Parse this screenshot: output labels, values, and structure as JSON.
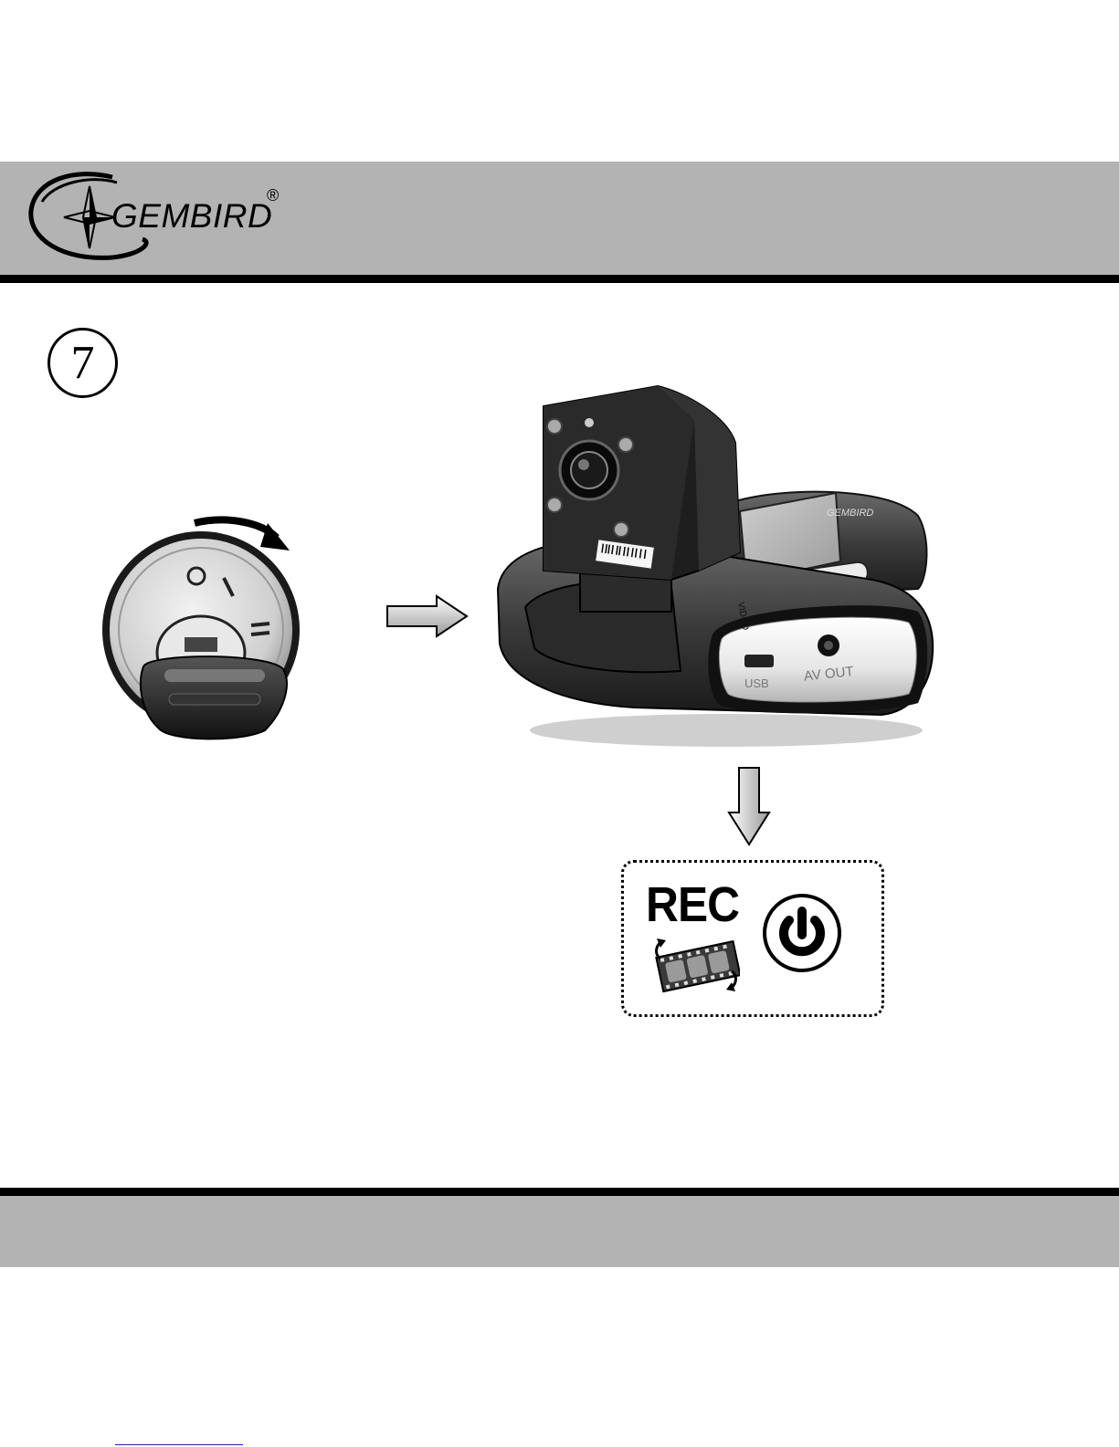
{
  "header": {
    "brand_name": "GEMBIRD",
    "registered_mark": "®",
    "logo_icon": "gembird-logo-icon"
  },
  "step": {
    "number": "7"
  },
  "illustrations": {
    "key_switch": "ignition-key-switch-illustration",
    "camera": "car-camera-photo",
    "camera_port_usb": "USB",
    "camera_port_av": "AV OUT",
    "camera_brand": "GEMBIRD",
    "camera_button_label": "VIDEO"
  },
  "status_panel": {
    "rec_label": "REC",
    "film_icon": "film-strip-icon",
    "power_icon": "power-icon"
  },
  "colors": {
    "band_gray": "#b3b3b3",
    "rule_black": "#000000"
  }
}
